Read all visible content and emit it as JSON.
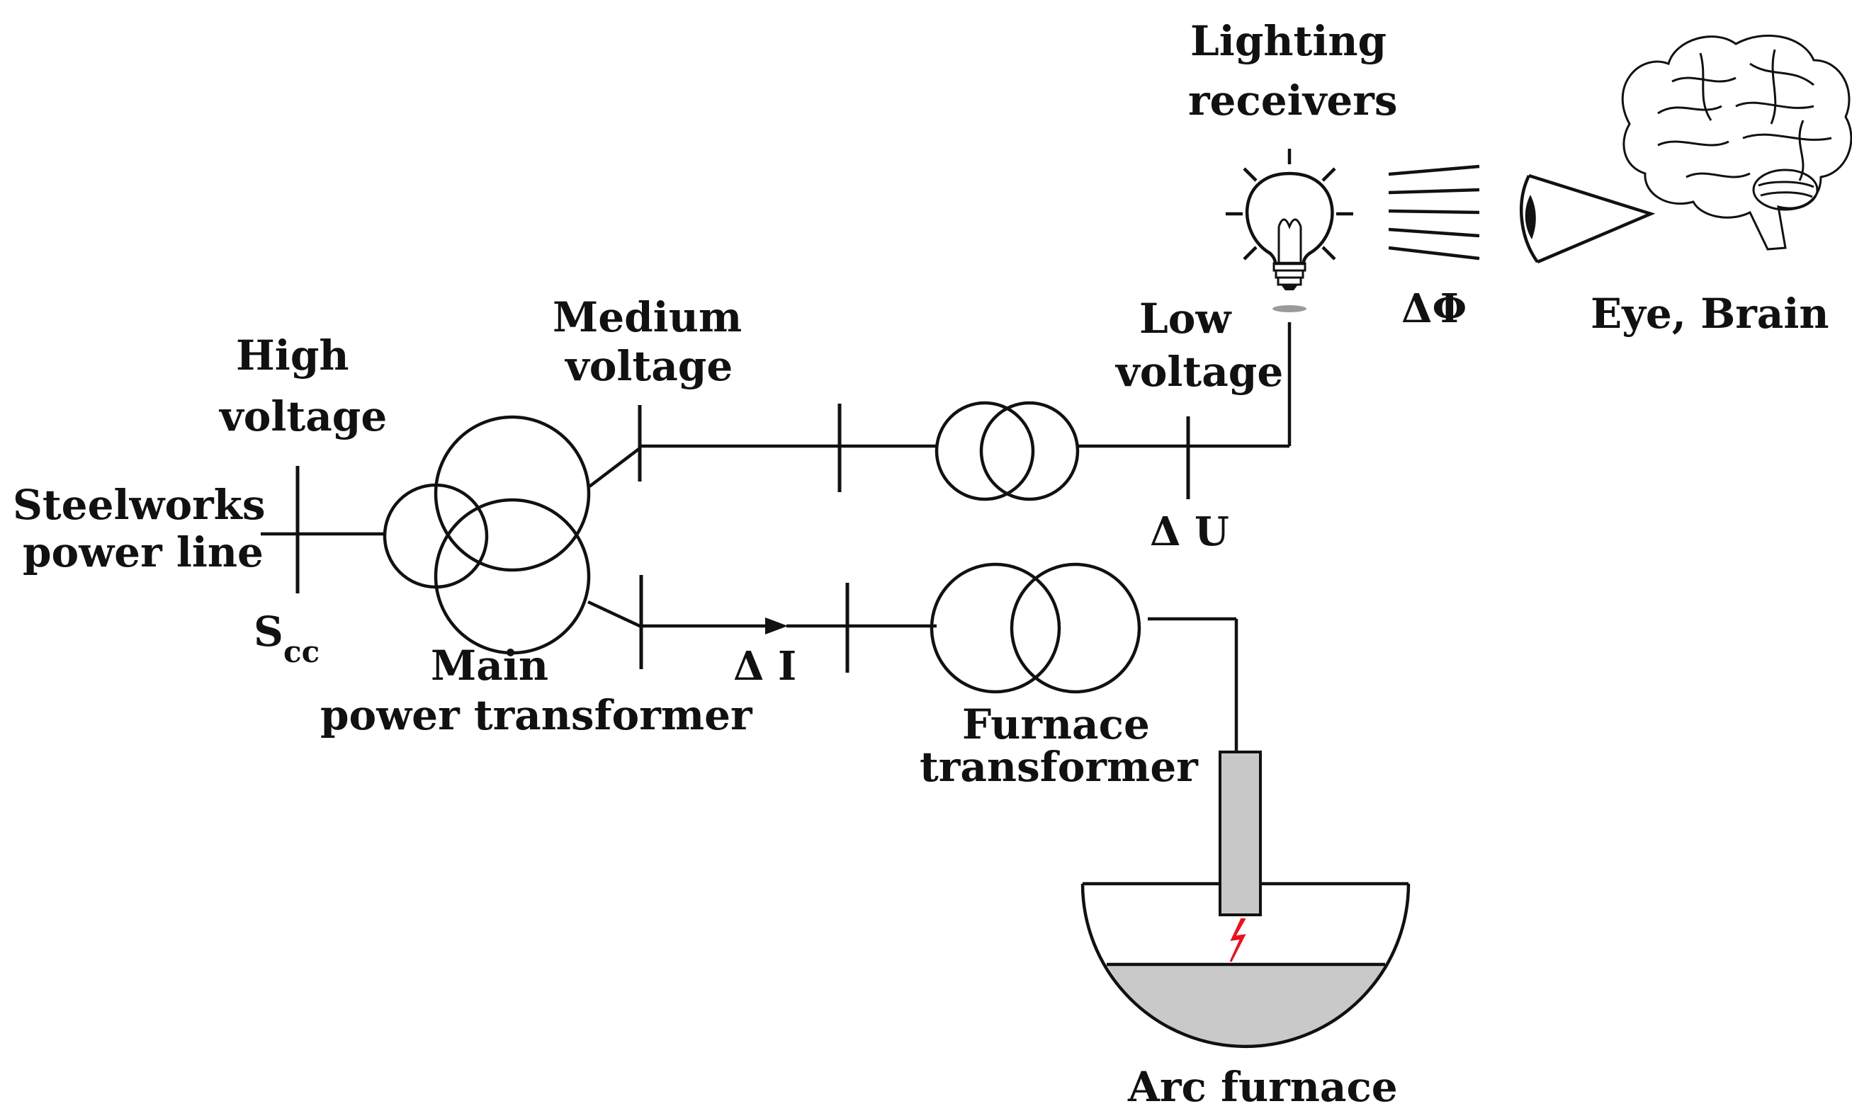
{
  "labels": {
    "high_voltage_1": "High",
    "high_voltage_2": "voltage",
    "steelworks_1": "Steelworks",
    "steelworks_2": "power line",
    "scc_main": "S",
    "scc_sub": "cc",
    "main_tr_1": "Main",
    "main_tr_2": "power transformer",
    "medium_1": "Medium",
    "medium_2": "voltage",
    "delta_i": "Δ I",
    "low_1": "Low",
    "low_2": "voltage",
    "delta_u": "Δ U",
    "furnace_tr_1": "Furnace",
    "furnace_tr_2": "transformer",
    "lighting_1": "Lighting",
    "lighting_2": "receivers",
    "delta_phi": "ΔΦ",
    "eye_brain": "Eye, Brain",
    "arc_furnace": "Arc furnace"
  },
  "colors": {
    "line": "#111111",
    "electrode": "#c8c8c8",
    "melt": "#c9c9c9",
    "arc": "#e8121e"
  },
  "icons": [
    "light-bulb-icon",
    "eye-icon",
    "brain-icon",
    "arc-spark-icon"
  ]
}
